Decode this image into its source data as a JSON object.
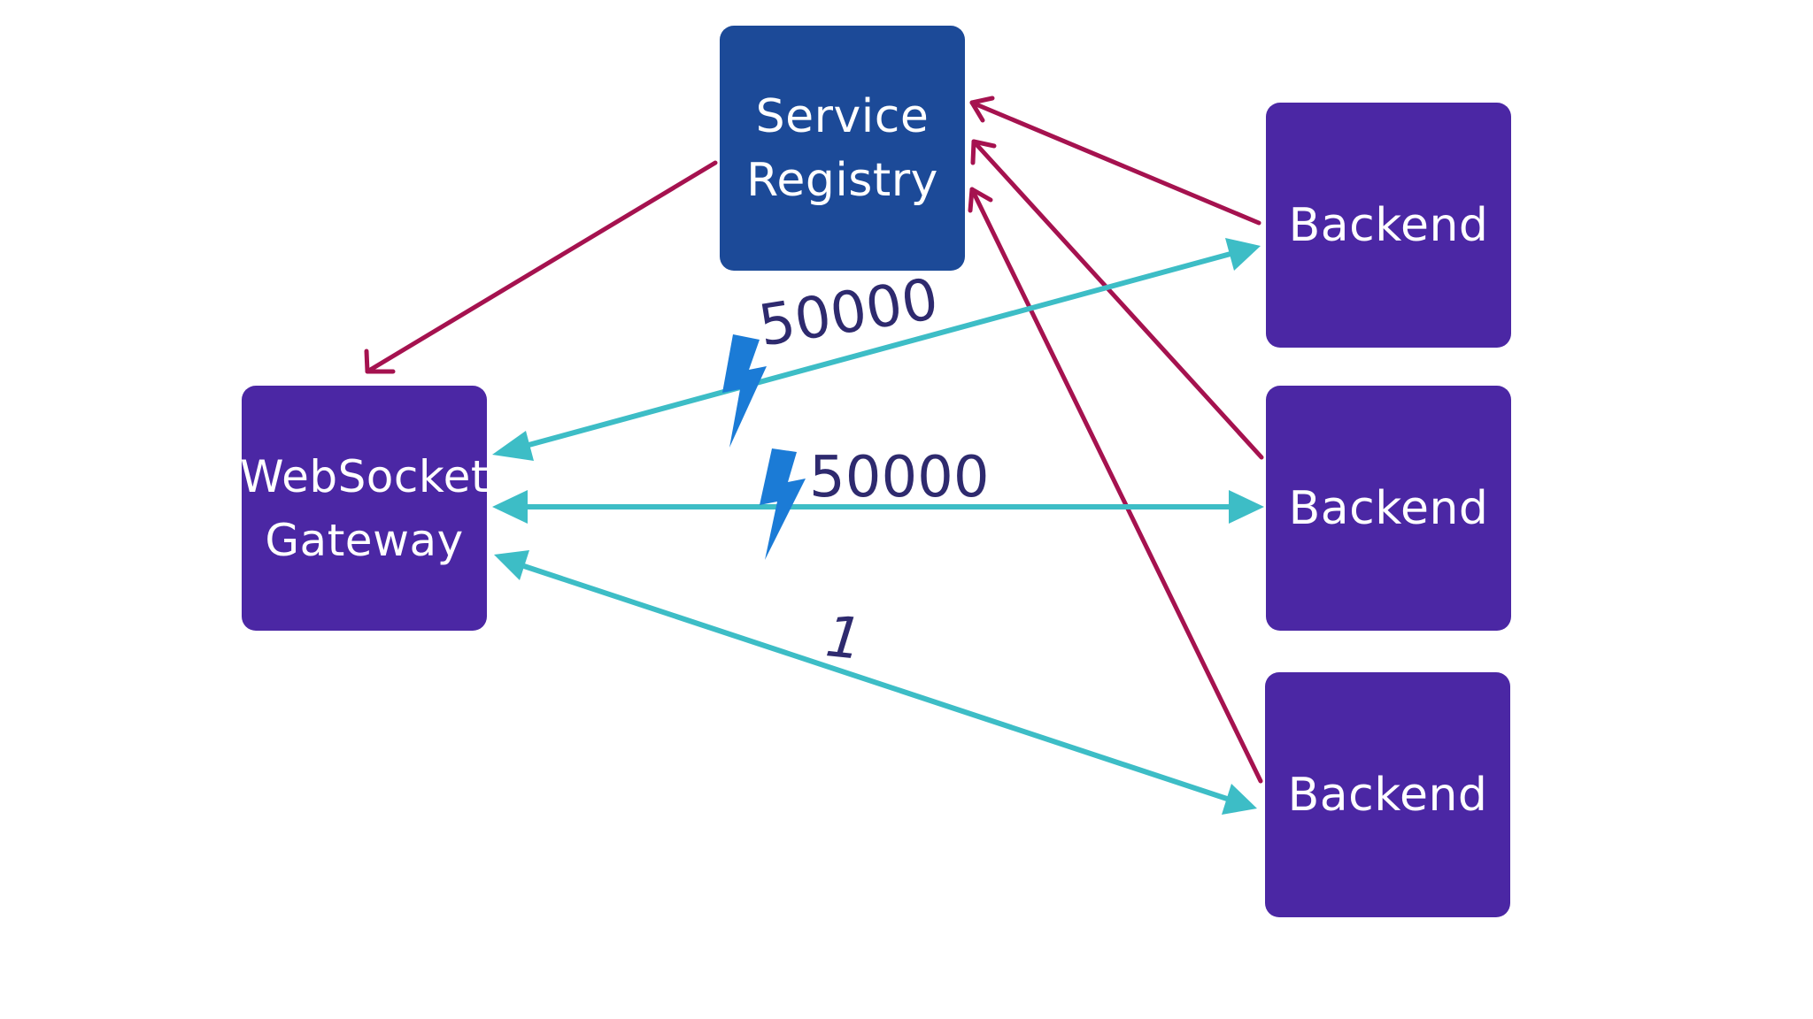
{
  "nodes": {
    "registry": {
      "line1": "Service",
      "line2": "Registry"
    },
    "gateway": {
      "line1": "WebSocket",
      "line2": "Gateway"
    },
    "backends": [
      {
        "label": "Backend"
      },
      {
        "label": "Backend"
      },
      {
        "label": "Backend"
      }
    ]
  },
  "connections": [
    {
      "from": "WebSocket Gateway",
      "to": "Backend 1",
      "count": "50000",
      "icon": "lightning-icon"
    },
    {
      "from": "WebSocket Gateway",
      "to": "Backend 2",
      "count": "50000",
      "icon": "lightning-icon"
    },
    {
      "from": "WebSocket Gateway",
      "to": "Backend 3",
      "count": "1"
    }
  ],
  "registry_links": [
    {
      "from": "Service Registry",
      "to": "WebSocket Gateway"
    },
    {
      "from": "Backend 1",
      "to": "Service Registry"
    },
    {
      "from": "Backend 2",
      "to": "Service Registry"
    },
    {
      "from": "Backend 3",
      "to": "Service Registry"
    }
  ],
  "colors": {
    "registry_box": "#1c4a98",
    "node_box": "#4b27a4",
    "registry_arrow": "#a5124f",
    "connection_arrow": "#3dbdc6",
    "lightning": "#1b7bd6",
    "count_text": "#2e2a6e"
  }
}
